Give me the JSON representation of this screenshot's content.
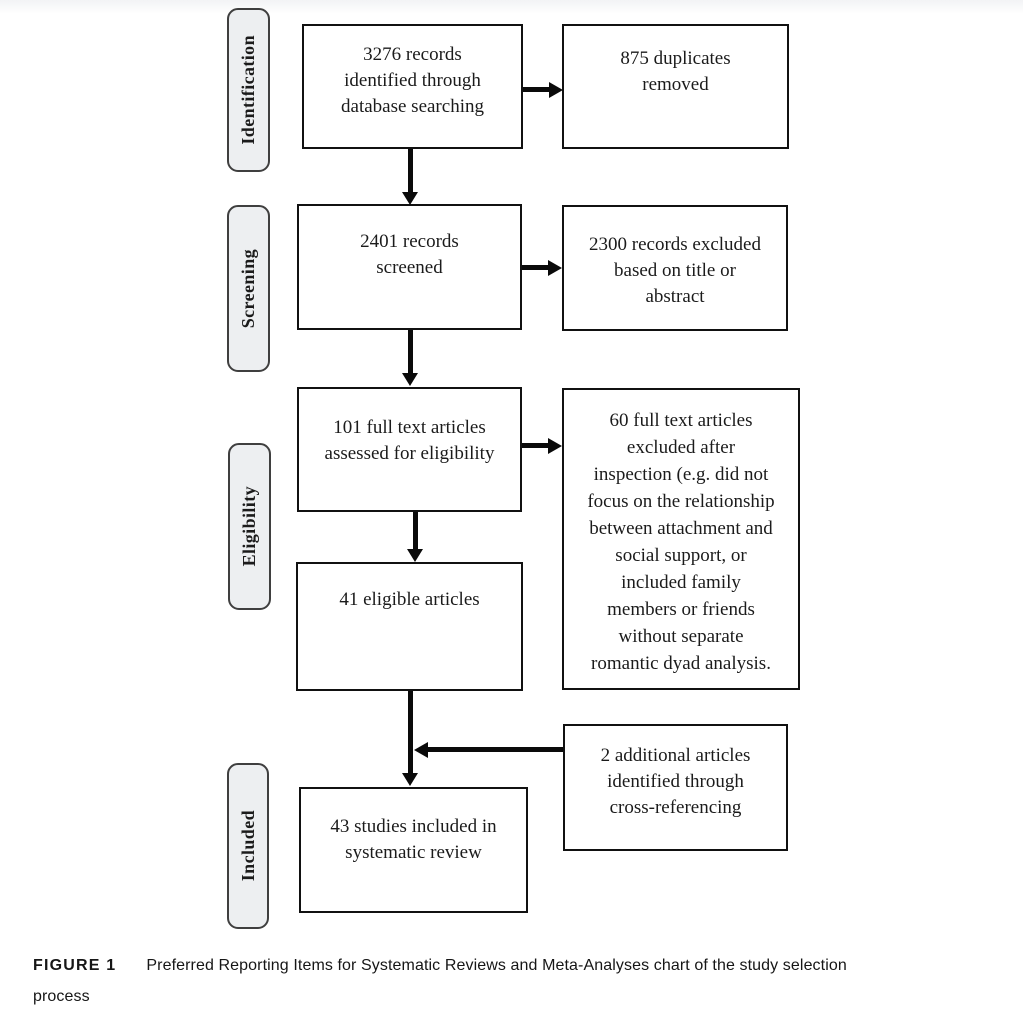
{
  "colors": {
    "page_bg": "#ffffff",
    "box_border": "#111111",
    "stage_fill": "#edeff1",
    "stage_border": "#3f3f3f",
    "arrow": "#0a0a0a",
    "text": "#1b1b1b"
  },
  "stages": [
    {
      "label": "Identification"
    },
    {
      "label": "Screening"
    },
    {
      "label": "Eligibility"
    },
    {
      "label": "Included"
    }
  ],
  "boxes": [
    {
      "id": "records-identified",
      "lines": [
        "3276 records",
        "identified through",
        "database searching"
      ]
    },
    {
      "id": "duplicates-removed",
      "lines": [
        "875 duplicates",
        "removed"
      ]
    },
    {
      "id": "records-screened",
      "lines": [
        "2401 records",
        "screened"
      ]
    },
    {
      "id": "records-excluded",
      "lines": [
        "2300 records excluded",
        "based on title or",
        "abstract"
      ]
    },
    {
      "id": "fulltext-assessed",
      "lines": [
        "101 full text articles",
        "assessed for eligibility"
      ]
    },
    {
      "id": "fulltext-excluded",
      "lines": [
        "60 full text articles",
        "excluded after",
        "inspection (e.g. did not",
        "focus on the relationship",
        "between attachment and",
        "social support, or",
        "included family",
        "members or friends",
        "without separate",
        "romantic dyad analysis."
      ]
    },
    {
      "id": "eligible-articles",
      "lines": [
        "41 eligible articles"
      ]
    },
    {
      "id": "additional-articles",
      "lines": [
        "2 additional articles",
        "identified through",
        "cross-referencing"
      ]
    },
    {
      "id": "studies-included",
      "lines": [
        "43 studies included in",
        "systematic review"
      ]
    }
  ],
  "caption": {
    "tag": "FIGURE 1",
    "lines": [
      "Preferred Reporting Items for Systematic Reviews and Meta-Analyses chart of the study selection",
      "process"
    ]
  }
}
